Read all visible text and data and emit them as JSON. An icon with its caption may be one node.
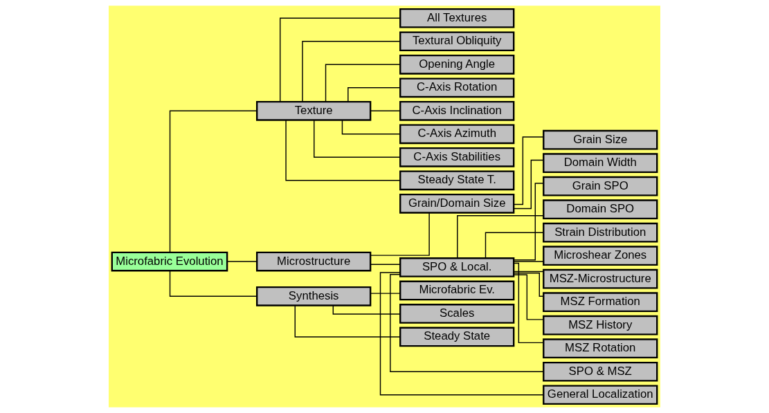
{
  "diagram": {
    "nodes": [
      {
        "text": [
          "Microfabric Evolution"
        ]
      },
      {
        "text": [
          "Texture"
        ]
      },
      {
        "text": [
          "Microstructure"
        ]
      },
      {
        "text": [
          "Synthesis"
        ]
      },
      {
        "text": [
          "All Textures"
        ]
      },
      {
        "text": [
          "Textural Obliquity"
        ]
      },
      {
        "text": [
          "Opening Angle"
        ]
      },
      {
        "text": [
          "C-Axis Rotation"
        ]
      },
      {
        "text": [
          "C-Axis Inclination"
        ]
      },
      {
        "text": [
          "C-Axis Azimuth"
        ]
      },
      {
        "text": [
          "C-Axis Stabilities"
        ]
      },
      {
        "text": [
          "Steady State T."
        ]
      },
      {
        "text": [
          "Grain/Domain Size"
        ]
      },
      {
        "text": [
          "SPO & Local."
        ]
      },
      {
        "text": [
          "Grain Size"
        ]
      },
      {
        "text": [
          "Domain Width"
        ]
      },
      {
        "text": [
          "Grain SPO"
        ]
      },
      {
        "text": [
          "Domain SPO"
        ]
      },
      {
        "text": [
          "Strain Distribution"
        ]
      },
      {
        "text": [
          "Microshear Zones"
        ]
      },
      {
        "text": [
          "MSZ-Microstructure"
        ]
      },
      {
        "text": [
          "MSZ Formation"
        ]
      },
      {
        "text": [
          "MSZ History"
        ]
      },
      {
        "text": [
          "MSZ Rotation"
        ]
      },
      {
        "text": [
          "SPO & MSZ"
        ]
      },
      {
        "text": [
          "General Localization"
        ]
      },
      {
        "text": [
          "Microfabric Ev."
        ]
      },
      {
        "text": [
          "Scales"
        ]
      },
      {
        "text": [
          "Steady State"
        ]
      }
    ],
    "edges": [
      {
        "from": 0,
        "to": 1,
        "arrow": "none"
      },
      {
        "from": 0,
        "to": 2,
        "arrow": "none"
      },
      {
        "from": 0,
        "to": 3,
        "arrow": "none"
      },
      {
        "from": 1,
        "to": 4,
        "arrow": "none"
      },
      {
        "from": 1,
        "to": 5,
        "arrow": "none"
      },
      {
        "from": 1,
        "to": 6,
        "arrow": "none"
      },
      {
        "from": 1,
        "to": 7,
        "arrow": "none"
      },
      {
        "from": 1,
        "to": 8,
        "arrow": "none"
      },
      {
        "from": 1,
        "to": 9,
        "arrow": "none"
      },
      {
        "from": 1,
        "to": 10,
        "arrow": "none"
      },
      {
        "from": 1,
        "to": 11,
        "arrow": "none"
      },
      {
        "from": 2,
        "to": 12,
        "arrow": "none"
      },
      {
        "from": 2,
        "to": 13,
        "arrow": "none"
      },
      {
        "from": 12,
        "to": 14,
        "arrow": "none"
      },
      {
        "from": 12,
        "to": 15,
        "arrow": "none"
      },
      {
        "from": 13,
        "to": 16,
        "arrow": "none"
      },
      {
        "from": 13,
        "to": 17,
        "arrow": "none"
      },
      {
        "from": 13,
        "to": 18,
        "arrow": "none"
      },
      {
        "from": 13,
        "to": 19,
        "arrow": "none"
      },
      {
        "from": 13,
        "to": 20,
        "arrow": "none"
      },
      {
        "from": 13,
        "to": 21,
        "arrow": "none"
      },
      {
        "from": 13,
        "to": 22,
        "arrow": "none"
      },
      {
        "from": 13,
        "to": 23,
        "arrow": "none"
      },
      {
        "from": 13,
        "to": 24,
        "arrow": "none"
      },
      {
        "from": 13,
        "to": 25,
        "arrow": "none"
      },
      {
        "from": 3,
        "to": 26,
        "arrow": "none"
      },
      {
        "from": 3,
        "to": 27,
        "arrow": "none"
      },
      {
        "from": 3,
        "to": 28,
        "arrow": "none"
      }
    ]
  }
}
